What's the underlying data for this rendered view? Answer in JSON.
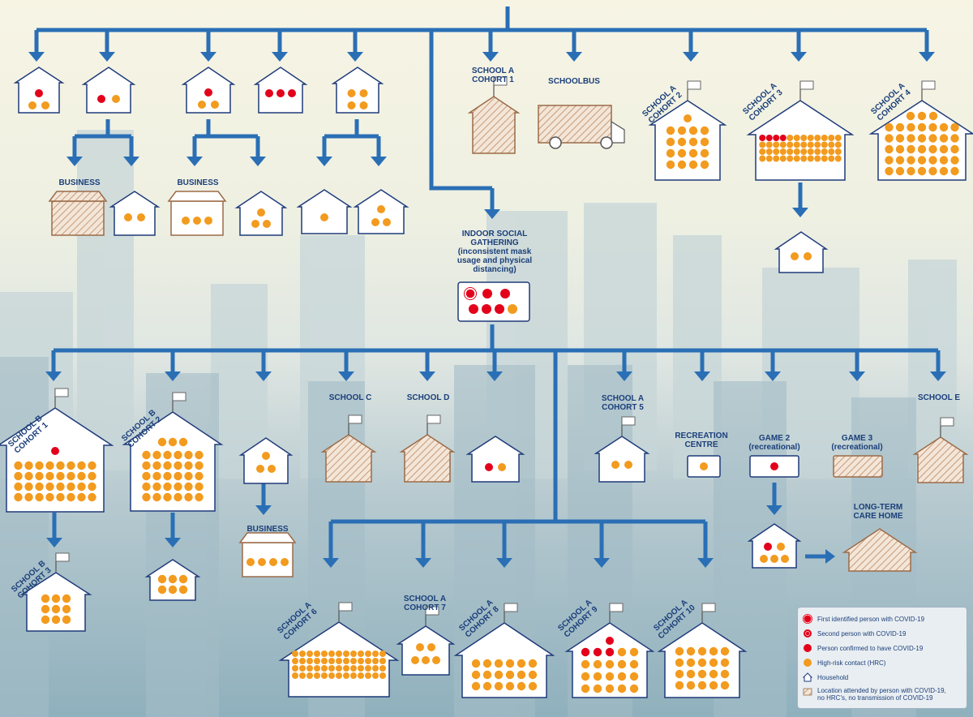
{
  "colors": {
    "flow": "#2a6fb5",
    "outline": "#1f3b7a",
    "attended_outline": "#9b6b48",
    "covid": "#e3001b",
    "hrc": "#f29b1f"
  },
  "labels": {
    "school_a_cohort_1": "SCHOOL A\nCOHORT 1",
    "schoolbus": "SCHOOLBUS",
    "school_a_cohort_2": "SCHOOL A\nCOHORT 2",
    "school_a_cohort_3": "SCHOOL A\nCOHORT 3",
    "school_a_cohort_4": "SCHOOL A\nCOHORT 4",
    "business_1": "BUSINESS",
    "business_2": "BUSINESS",
    "business_3": "BUSINESS",
    "gathering": "INDOOR SOCIAL\nGATHERING\n(inconsistent mask\nusage and physical\ndistancing)",
    "school_b_cohort_1": "SCHOOL B\nCOHORT 1",
    "school_b_cohort_2": "SCHOOL B\nCOHORT 2",
    "school_b_cohort_3": "SCHOOL B\nCOHORT 3",
    "school_c": "SCHOOL C",
    "school_d": "SCHOOL D",
    "school_a_cohort_5": "SCHOOL A\nCOHORT 5",
    "recreation_centre": "RECREATION\nCENTRE",
    "game_2": "GAME 2\n(recreational)",
    "game_3": "GAME 3\n(recreational)",
    "school_e": "SCHOOL E",
    "long_term_care": "LONG-TERM\nCARE HOME",
    "school_a_cohort_6": "SCHOOL A\nCOHORT 6",
    "school_a_cohort_7": "SCHOOL A\nCOHORT 7",
    "school_a_cohort_8": "SCHOOL A\nCOHORT 8",
    "school_a_cohort_9": "SCHOOL A\nCOHORT 9",
    "school_a_cohort_10": "SCHOOL A\nCOHORT 10"
  },
  "legend": [
    {
      "icon": "first-case-icon",
      "text": "First identified person with COVID-19"
    },
    {
      "icon": "second-case-icon",
      "text": "Second person with COVID-19"
    },
    {
      "icon": "confirmed-case-icon",
      "text": "Person confirmed to have COVID-19"
    },
    {
      "icon": "hrc-icon",
      "text": "High-risk contact (HRC)"
    },
    {
      "icon": "household-icon",
      "text": "Household"
    },
    {
      "icon": "attended-location-icon",
      "text": "Location attended by person with COVID-19,\nno HRC's, no transmission of COVID-19"
    }
  ]
}
